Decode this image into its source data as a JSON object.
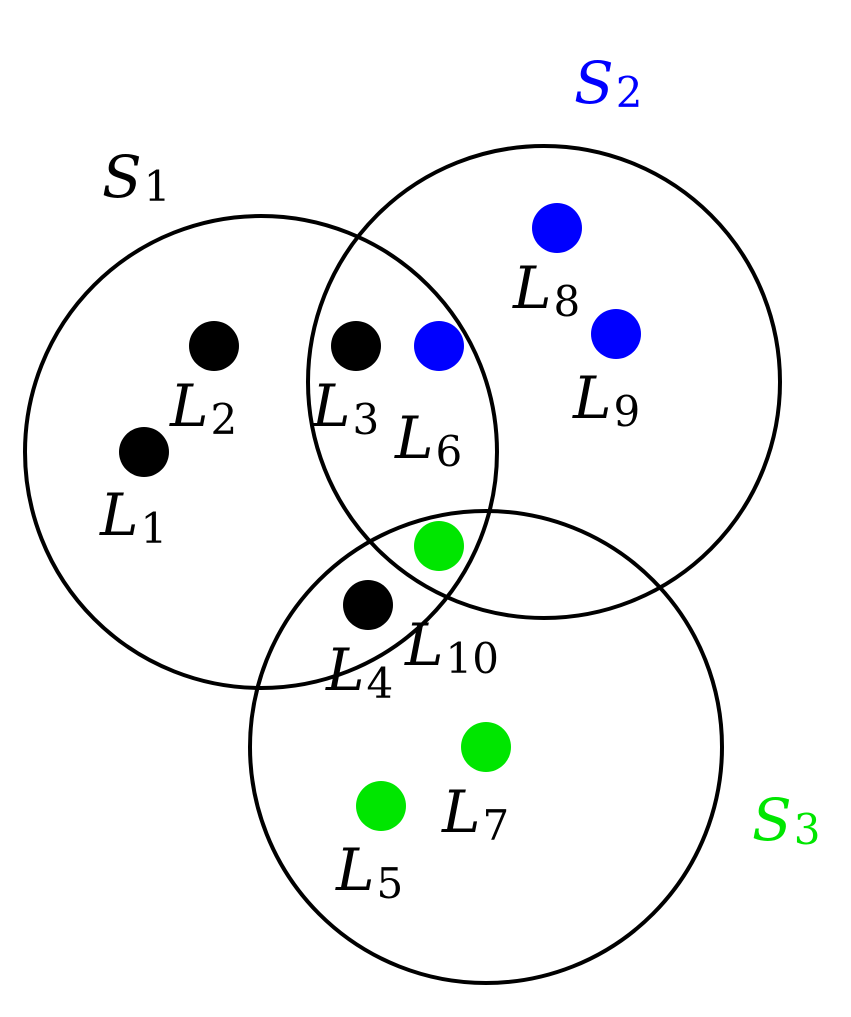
{
  "colors": {
    "outline": "#000000",
    "black": "#000000",
    "blue": "#0000ff",
    "green": "#00e600"
  },
  "sets": [
    {
      "id": "S1",
      "letter": "S",
      "sub": "1",
      "color": "black"
    },
    {
      "id": "S2",
      "letter": "S",
      "sub": "2",
      "color": "blue"
    },
    {
      "id": "S3",
      "letter": "S",
      "sub": "3",
      "color": "green"
    }
  ],
  "points": [
    {
      "id": "L1",
      "letter": "L",
      "sub": "1",
      "color": "black"
    },
    {
      "id": "L2",
      "letter": "L",
      "sub": "2",
      "color": "black"
    },
    {
      "id": "L3",
      "letter": "L",
      "sub": "3",
      "color": "black"
    },
    {
      "id": "L4",
      "letter": "L",
      "sub": "4",
      "color": "black"
    },
    {
      "id": "L5",
      "letter": "L",
      "sub": "5",
      "color": "green"
    },
    {
      "id": "L6",
      "letter": "L",
      "sub": "6",
      "color": "blue"
    },
    {
      "id": "L7",
      "letter": "L",
      "sub": "7",
      "color": "green"
    },
    {
      "id": "L8",
      "letter": "L",
      "sub": "8",
      "color": "blue"
    },
    {
      "id": "L9",
      "letter": "L",
      "sub": "9",
      "color": "blue"
    },
    {
      "id": "L10",
      "letter": "L",
      "sub": "10",
      "color": "green"
    }
  ]
}
